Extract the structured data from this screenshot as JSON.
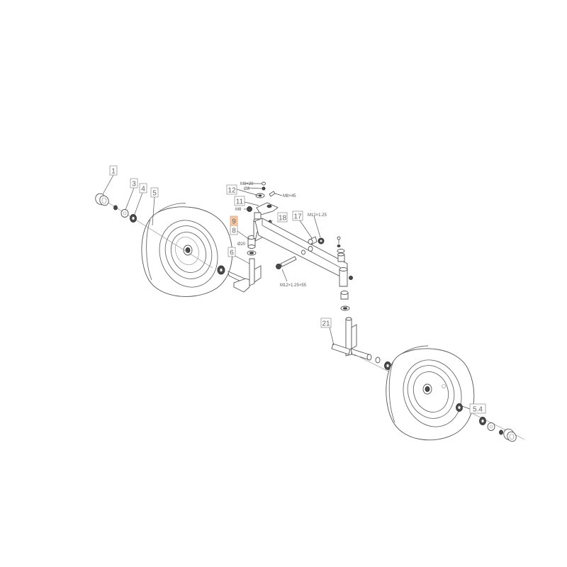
{
  "diagram": {
    "type": "exploded-parts-diagram",
    "subject": "front axle assembly with wheels",
    "highlight_color": "#f6c9a4",
    "callouts": [
      {
        "id": "c1",
        "label": "1"
      },
      {
        "id": "c3",
        "label": "3"
      },
      {
        "id": "c4",
        "label": "4"
      },
      {
        "id": "c5",
        "label": "5"
      },
      {
        "id": "c6",
        "label": "6"
      },
      {
        "id": "c8",
        "label": "8"
      },
      {
        "id": "c9",
        "label": "9",
        "highlighted": true
      },
      {
        "id": "c11",
        "label": "11"
      },
      {
        "id": "c12",
        "label": "12"
      },
      {
        "id": "c17",
        "label": "17"
      },
      {
        "id": "c18",
        "label": "18"
      },
      {
        "id": "c21",
        "label": "21"
      },
      {
        "id": "c54",
        "label": "5.4"
      }
    ],
    "specs": {
      "m8x20": "M8×20",
      "d8": "Ø8",
      "m8x45": "M8×45",
      "m8": "M8",
      "d20": "Ø20",
      "m12x125": "M12×1.25",
      "m12x125x55": "M12×1.25×55"
    }
  }
}
